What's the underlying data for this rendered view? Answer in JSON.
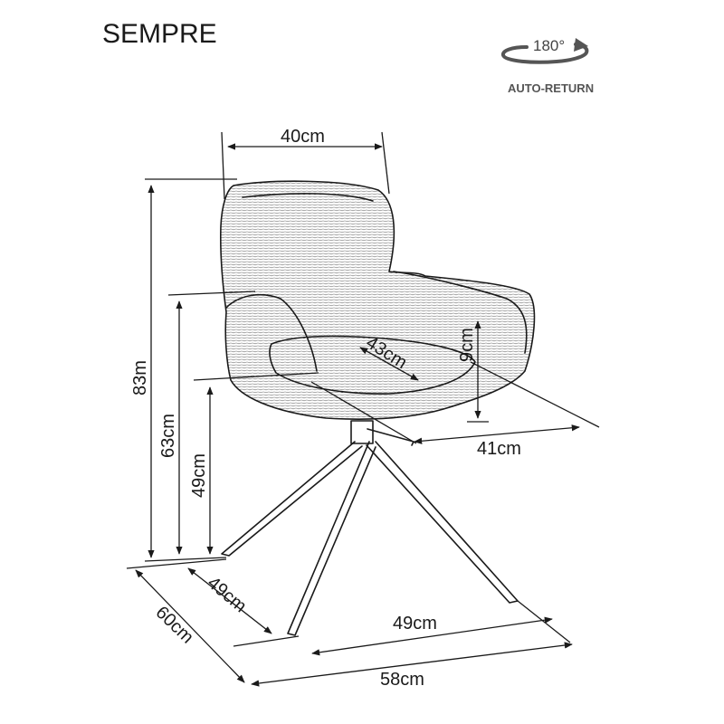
{
  "product": {
    "title": "SEMPRE"
  },
  "badge": {
    "angle": "180°",
    "label": "AUTO-RETURN",
    "icon": "rotation-arrow-icon"
  },
  "dimensions": {
    "backrest_width": "40cm",
    "total_height": "83m",
    "armrest_height": "63cm",
    "seat_height": "49cm",
    "seat_depth": "43cm",
    "armrest_to_seat": "9cm",
    "seat_width": "41cm",
    "base_depth": "49cm",
    "base_width": "49cm",
    "total_depth": "60cm",
    "total_width": "58cm"
  },
  "colors": {
    "line": "#1a1a1a",
    "fabric": "#6a6a6a"
  }
}
